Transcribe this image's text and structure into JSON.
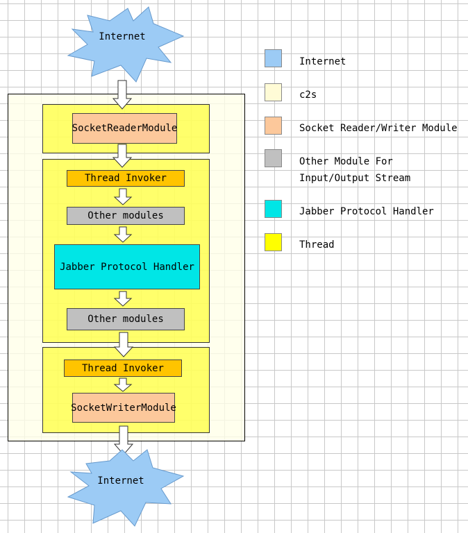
{
  "nodes": {
    "internet_top": "Internet",
    "internet_bottom": "Internet",
    "socket_reader": "SocketReaderModule",
    "thread_invoker_1": "Thread Invoker",
    "other_modules_1": "Other modules",
    "jabber_handler": "Jabber Protocol Handler",
    "other_modules_2": "Other modules",
    "thread_invoker_2": "Thread Invoker",
    "socket_writer": "SocketWriterModule"
  },
  "legend": [
    {
      "label": "Internet",
      "color": "#9ccbf5"
    },
    {
      "label": "c2s",
      "color": "#fffbd6"
    },
    {
      "label": "Socket Reader/Writer Module",
      "color": "#fcc89b"
    },
    {
      "label": "Other Module For Input/Output Stream",
      "color": "#c0c0c0"
    },
    {
      "label": "Jabber Protocol Handler",
      "color": "#00e6e6"
    },
    {
      "label": "Thread",
      "color": "#ffff00"
    }
  ],
  "colors": {
    "internet": "#9ccbf5",
    "c2s": "#fffbd6",
    "socket_module": "#fcc89b",
    "thread_invoker": "#ffc400",
    "other_module": "#c0c0c0",
    "jabber_handler": "#00e6e6",
    "thread": "#ffff00"
  }
}
